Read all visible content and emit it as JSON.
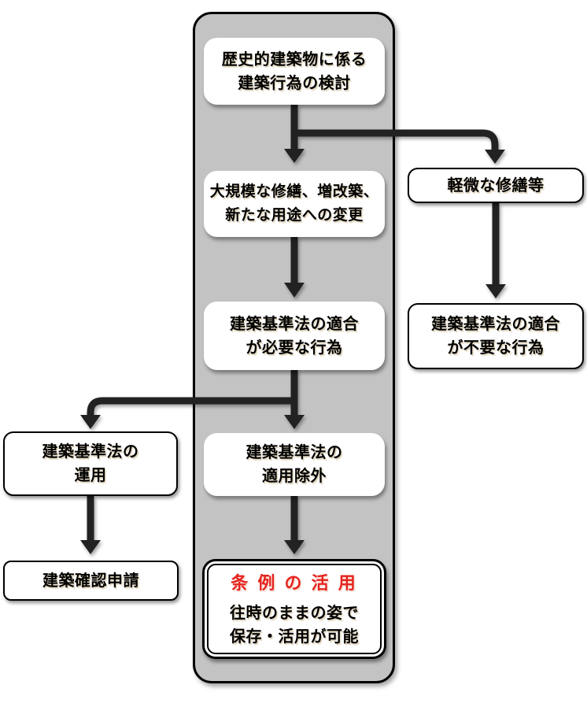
{
  "colors": {
    "panel_bg": "#c3c3c3",
    "panel_border": "#000000",
    "box_bg": "#ffffff",
    "box_border": "#000000",
    "arrow": "#222222",
    "text": "#000000",
    "accent_red": "#e62420",
    "page_bg": "#ffffff"
  },
  "boxes": {
    "historic_consideration": {
      "lines": [
        "歴史的建築物に係る",
        "建築行為の検討"
      ]
    },
    "major_repair_change": {
      "lines": [
        "大規模な修繕、増改築、",
        "新たな用途への変更"
      ]
    },
    "compliance_required": {
      "lines": [
        "建築基準法の適合",
        "が必要な行為"
      ]
    },
    "law_exemption": {
      "lines": [
        "建築基準法の",
        "適用除外"
      ]
    },
    "ordinance_use": {
      "title": "条 例 の 活 用",
      "lines": [
        "往時のままの姿で",
        "保存・活用が可能"
      ]
    },
    "law_application": {
      "lines": [
        "建築基準法の",
        "運用"
      ]
    },
    "building_confirmation": {
      "lines": [
        "建築確認申請"
      ]
    },
    "minor_repair": {
      "lines": [
        "軽微な修繕等"
      ]
    },
    "compliance_not_required": {
      "lines": [
        "建築基準法の適合",
        "が不要な行為"
      ]
    }
  }
}
